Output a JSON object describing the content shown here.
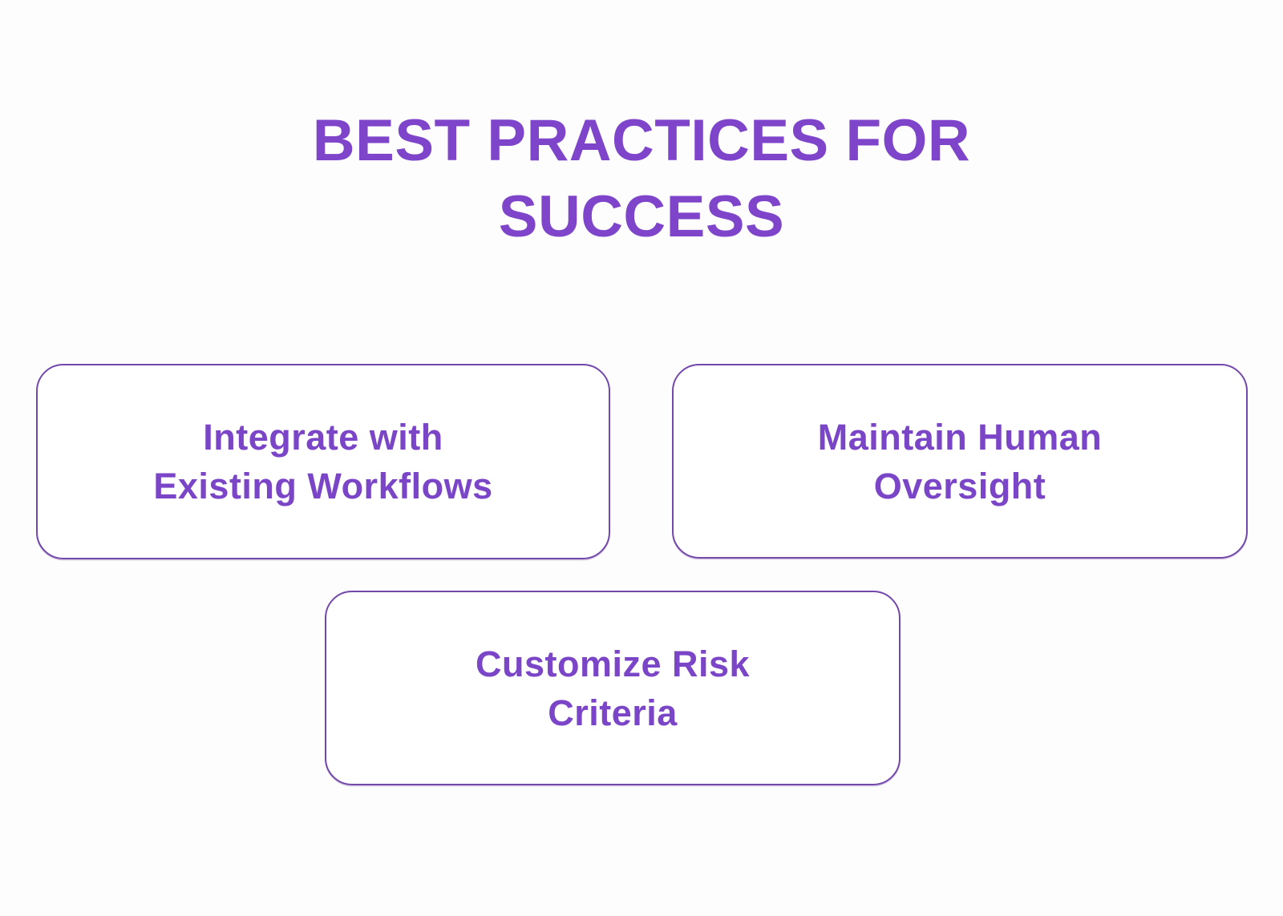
{
  "page": {
    "title": {
      "full_text": "BEST PRACTICES FOR SUCCESS",
      "line1": "BEST PRACTICES FOR",
      "line2": "SUCCESS"
    }
  },
  "colors": {
    "page_background": "#fdfdfd",
    "title_text": "#7e45cb",
    "card_text": "#7b45c7",
    "card_border": "#7348ab",
    "card_background": "#ffffff"
  },
  "cards": [
    {
      "full_text": "Integrate with Existing Workflows",
      "line1": "Integrate with",
      "line2": "Existing Workflows"
    },
    {
      "full_text": "Maintain Human Oversight",
      "line1": "Maintain Human",
      "line2": "Oversight"
    },
    {
      "full_text": "Customize Risk Criteria",
      "line1": "Customize Risk",
      "line2": "Criteria"
    }
  ]
}
